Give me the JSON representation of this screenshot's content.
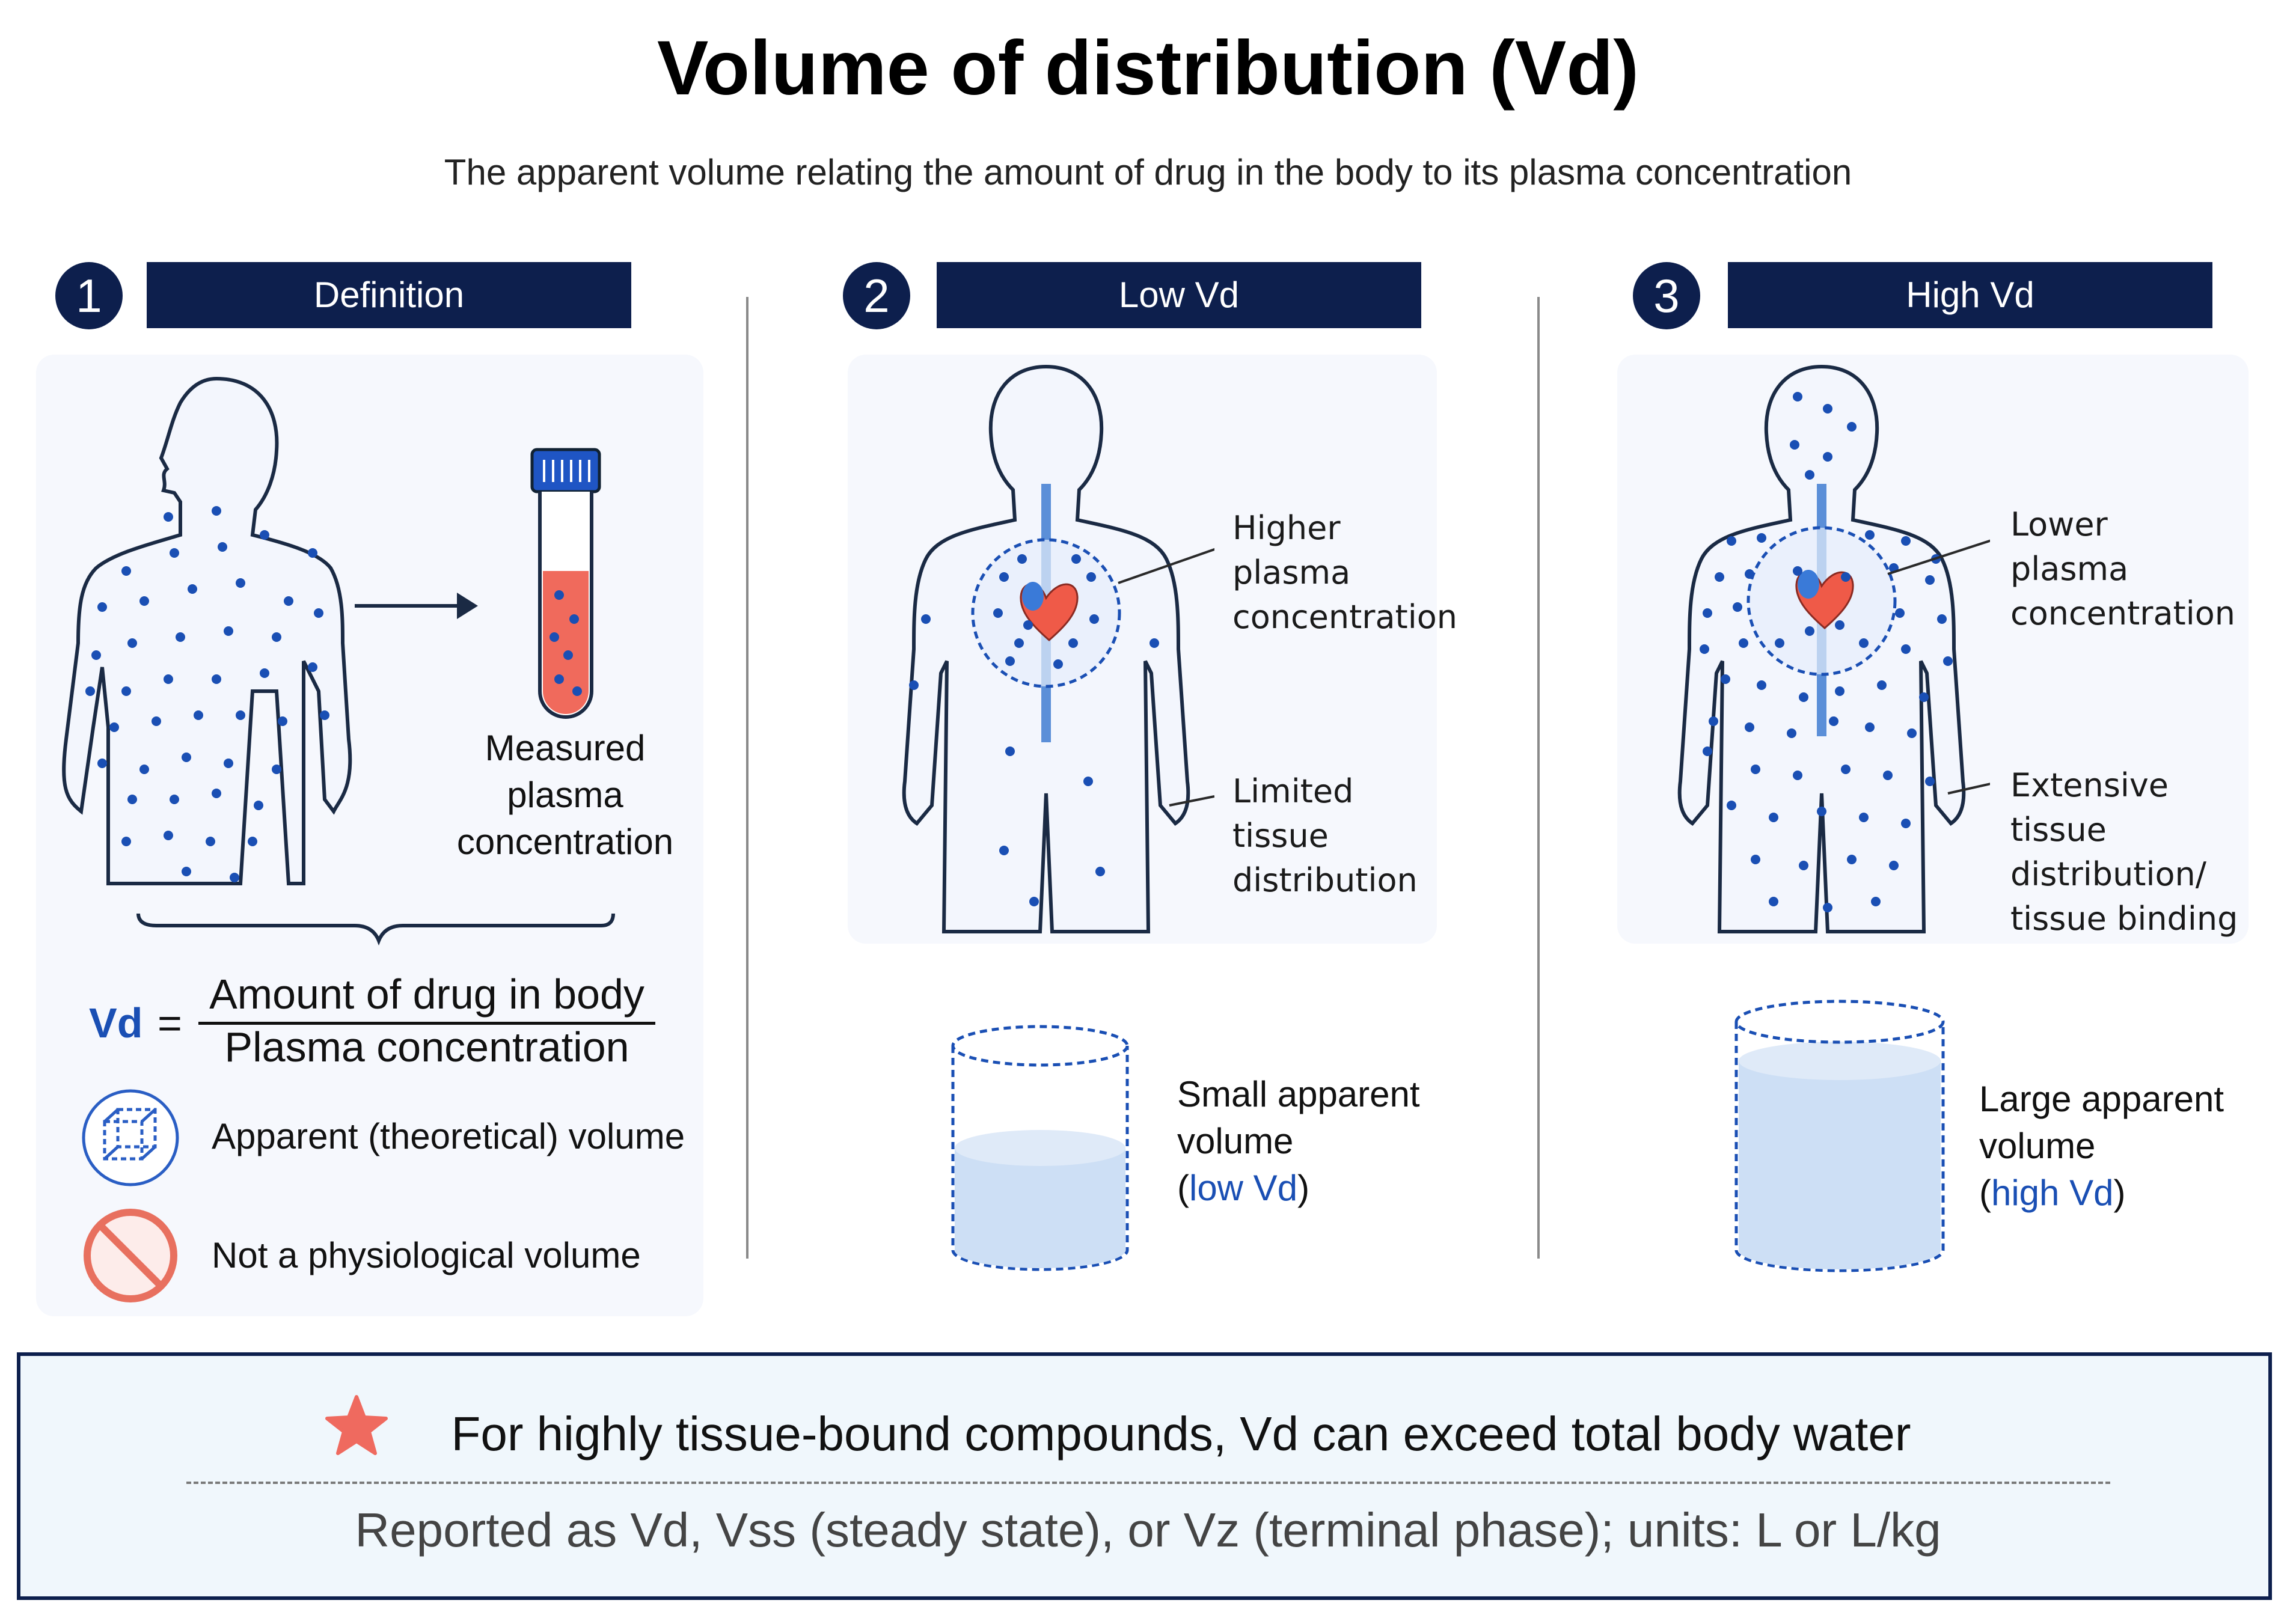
{
  "header": {
    "title": "Volume of distribution (Vd)",
    "subtitle": "The apparent volume relating the amount of drug in the body to its plasma concentration"
  },
  "panels": [
    {
      "number": "1",
      "heading": "Definition",
      "measured_label": [
        "Measured",
        "plasma",
        "concentration"
      ],
      "formula": {
        "lhs": "Vd",
        "equals": "=",
        "numerator": "Amount of drug in body",
        "denominator": "Plasma concentration"
      },
      "legend": [
        {
          "icon": "cube-icon",
          "text": "Apparent (theoretical) volume"
        },
        {
          "icon": "prohibited-icon",
          "text": "Not a physiological volume"
        }
      ]
    },
    {
      "number": "2",
      "heading": "Low Vd",
      "callout_top": [
        "Higher",
        "plasma",
        "concentration"
      ],
      "callout_bottom": [
        "Limited",
        "tissue",
        "distribution"
      ],
      "volume_text": [
        "Small apparent",
        "volume"
      ],
      "volume_open": "(",
      "volume_tag": "low Vd",
      "volume_close": ")"
    },
    {
      "number": "3",
      "heading": "High Vd",
      "callout_top": [
        "Lower",
        "plasma",
        "concentration"
      ],
      "callout_bottom": [
        "Extensive",
        "tissue",
        "distribution/",
        "tissue binding"
      ],
      "volume_text": [
        "Large apparent",
        "volume"
      ],
      "volume_open": "(",
      "volume_tag": "high Vd",
      "volume_close": ")"
    }
  ],
  "footer": {
    "star_icon": "star-icon",
    "highlight": "For highly tissue-bound compounds, Vd can exceed total body water",
    "note": "Reported as Vd, Vss (steady state), or Vz (terminal phase); units: L or L/kg"
  },
  "colors": {
    "navy": "#0d1f4d",
    "drug_dot": "#1a4fb4",
    "plasma_red": "#f06a5c",
    "water_fill": "#cddff5",
    "prohibit_red": "#e8705f",
    "star": "#ef6a5f"
  }
}
